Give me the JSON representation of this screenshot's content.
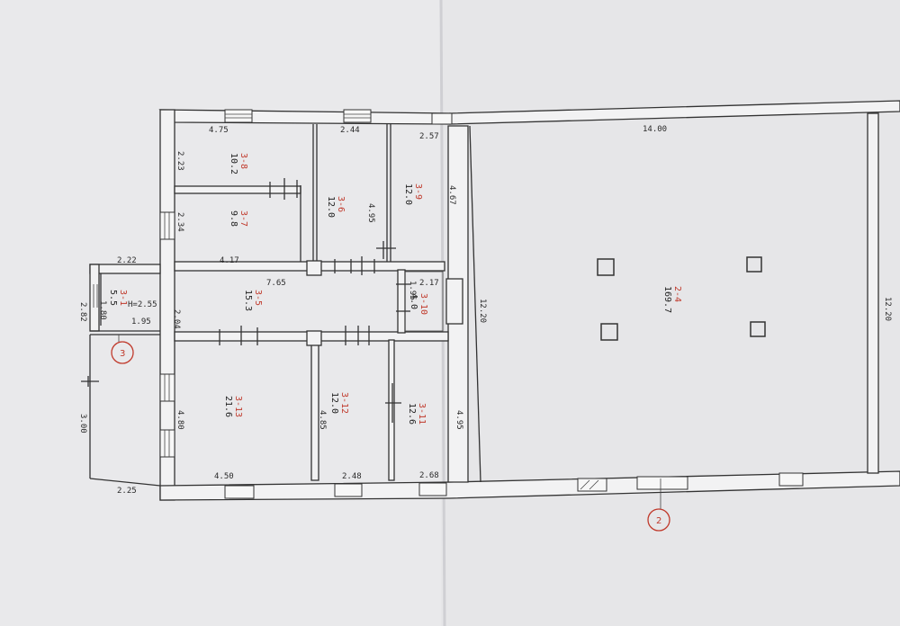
{
  "colors": {
    "paper": "#ececee",
    "ink": "#333333",
    "red": "#c0392b"
  },
  "axis_markers": {
    "left": "3",
    "bottom": "2"
  },
  "rooms": [
    {
      "id": "3-8",
      "area": "10.2"
    },
    {
      "id": "3-7",
      "area": "9.8"
    },
    {
      "id": "3-6",
      "area": "12.0"
    },
    {
      "id": "3-9",
      "area": "12.0"
    },
    {
      "id": "3-5",
      "area": "15.3"
    },
    {
      "id": "3-10",
      "area": "4.0"
    },
    {
      "id": "3-1",
      "area": "5.5"
    },
    {
      "id": "3-13",
      "area": "21.6"
    },
    {
      "id": "3-12",
      "area": "12.0"
    },
    {
      "id": "3-11",
      "area": "12.6"
    },
    {
      "id": "2-4",
      "area": "169.7"
    }
  ],
  "dimensions": {
    "top_a": "4.75",
    "top_b": "2.44",
    "top_c": "2.57",
    "top_d": "14.00",
    "left_a": "2.23",
    "left_b": "2.34",
    "mid_a": "4.17",
    "mid_b": "7.65",
    "mid_c": "2.17",
    "height_note": "H=2.55",
    "porch_top": "2.22",
    "porch_left": "2.82",
    "porch_side": "1.80",
    "porch_bottom": "1.95",
    "v_2_04": "2.04",
    "v_4_95": "4.95",
    "v_4_67": "4.67",
    "v_1_95": "1.95",
    "v_12_20": "12.20",
    "v_12_20_right": "12.20",
    "v_4_80": "4.80",
    "v_4_85": "4.85",
    "v_4_95b": "4.95",
    "v_3_00": "3.00",
    "bot_a": "4.50",
    "bot_b": "2.48",
    "bot_c": "2.68",
    "bot_d": "2.25"
  }
}
